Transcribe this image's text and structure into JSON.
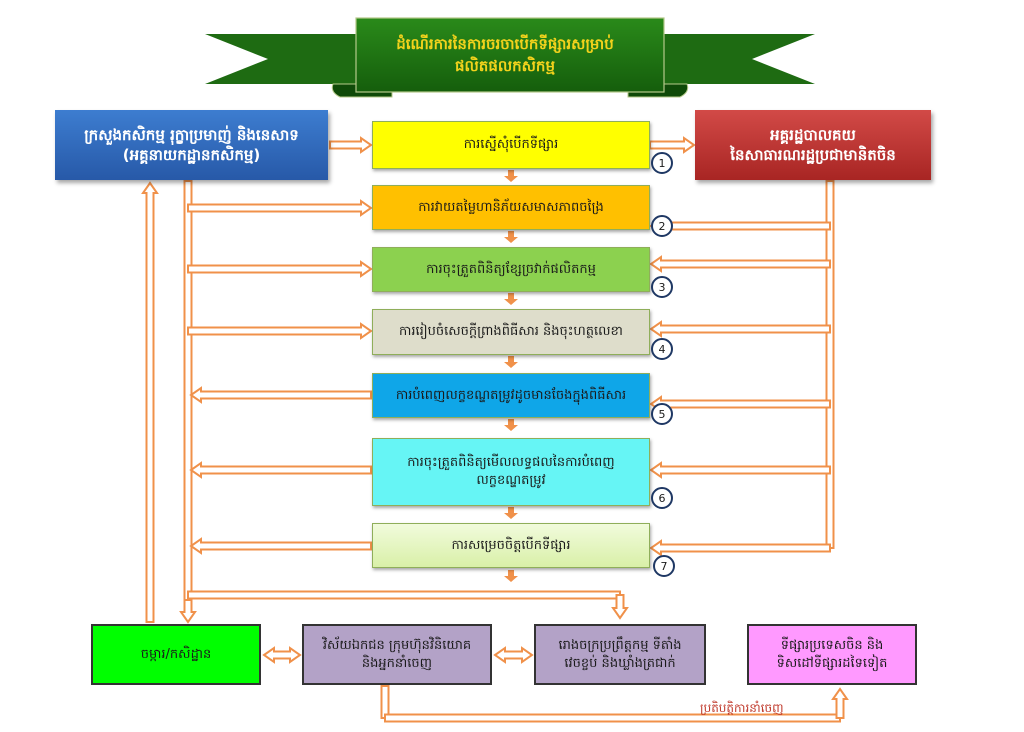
{
  "title": {
    "line1": "ដំណើរការនៃការចរចាបើកទីផ្សារសម្រាប់",
    "line2": "ផលិតផលកសិកម្ម"
  },
  "colors": {
    "banner": "#1e6b12",
    "banner_text": "#f2d21c",
    "arrow": "#f0914a",
    "cambodia_agency": "#2f6bbf",
    "china_agency": "#c0312f",
    "step_number_ring": "#1f3864"
  },
  "agencies": {
    "cambodia": {
      "line1": "ក្រសួងកសិកម្ម រុក្ខាប្រមាញ់ និងនេសាទ",
      "line2": "(អគ្គនាយកដ្ឋានកសិកម្ម)"
    },
    "china": {
      "line1": "អគ្គរដ្ឋបាលគយ",
      "line2": "នៃសាធារណរដ្ឋប្រជាមានិតចិន"
    }
  },
  "steps": [
    {
      "number": "1",
      "line1": "ការស្នើសុំបើកទីផ្សារ",
      "line2": "",
      "color": "#ffff00"
    },
    {
      "number": "2",
      "line1": "ការវាយតម្លៃហានិភ័យសមាសភាពចង្រៃ",
      "line2": "",
      "color": "#ffc000"
    },
    {
      "number": "3",
      "line1": "ការចុះត្រួតពិនិត្យខ្សែច្រវាក់ផលិតកម្ម",
      "line2": "",
      "color": "#8cd14f"
    },
    {
      "number": "4",
      "line1": "ការរៀបចំសេចក្តីព្រាងពិធីសារ និងចុះហត្ថលេខា",
      "line2": "",
      "color": "#deddcb"
    },
    {
      "number": "5",
      "line1": "ការបំពេញលក្ខខណ្ឌតម្រូវដូចមានចែងក្នុងពិធីសារ",
      "line2": "",
      "color": "#0fa6e8"
    },
    {
      "number": "6",
      "line1": "ការចុះត្រួតពិនិត្យមើលលទ្ធផលនៃការបំពេញ",
      "line2": "លក្ខខណ្ឌតម្រូវ",
      "color": "#66f5f5"
    },
    {
      "number": "7",
      "line1": "ការសម្រេចចិត្តបើកទីផ្សារ",
      "line2": "",
      "color": "#e6f7c4"
    }
  ],
  "bottom_boxes": [
    {
      "line1": "ចម្ការ/កសិដ្ឋាន",
      "line2": "",
      "color": "#00ff00"
    },
    {
      "line1": "វិស័យឯកជន ក្រុមហ៊ុនវិនិយោគ",
      "line2": "និងអ្នកនាំចេញ",
      "color": "#b3a2c7"
    },
    {
      "line1": "រោងចក្រប្រព្រឹត្តកម្ម ទីតាំង",
      "line2": "វេចខ្ចប់ និងឃ្លាំងត្រជាក់",
      "color": "#b3a2c7"
    },
    {
      "line1": "ទីផ្សារប្រទេសចិន និង",
      "line2": "ទិសដៅទីផ្សារដទៃទៀត",
      "color": "#ff99ff"
    }
  ],
  "export_label": "ប្រតិបត្តិការនាំចេញ"
}
